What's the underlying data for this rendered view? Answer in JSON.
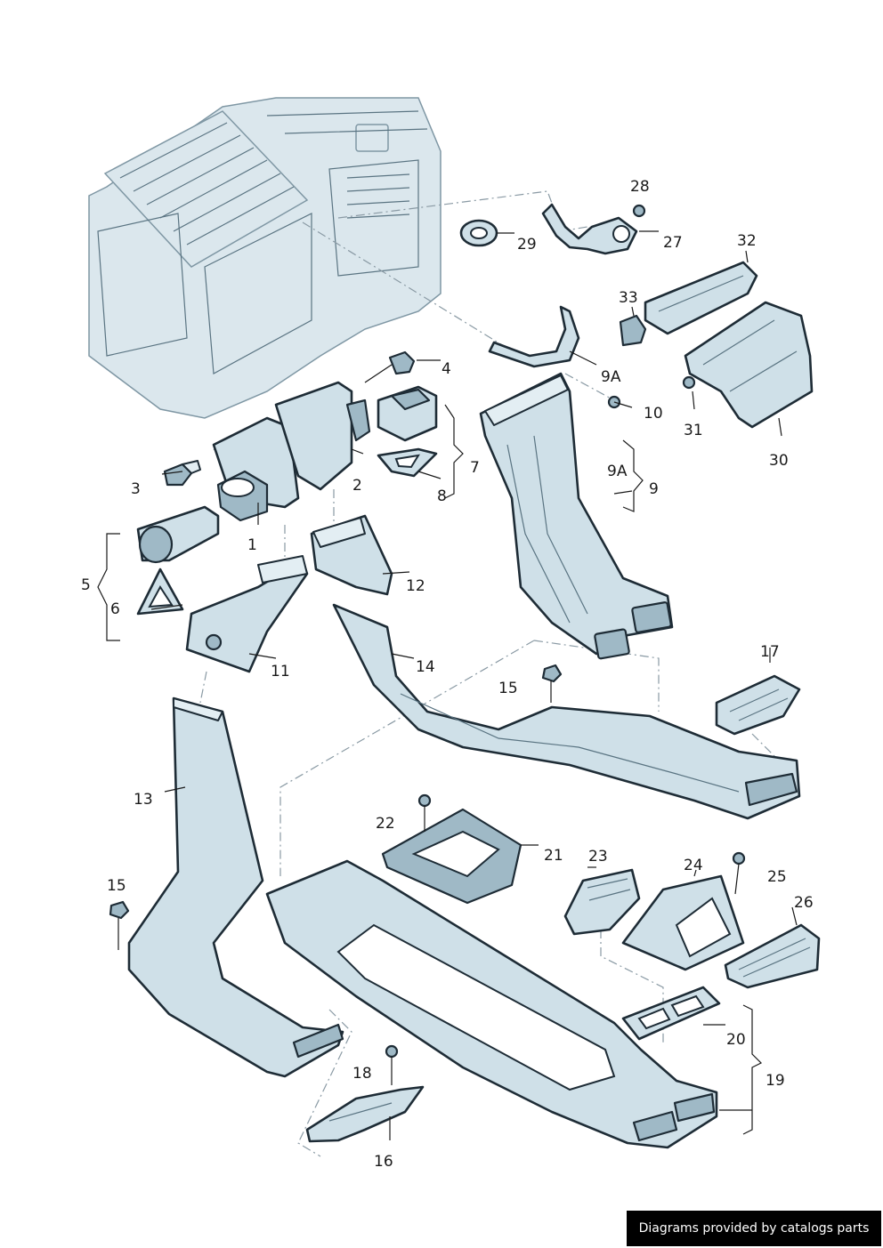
{
  "footer": {
    "text": "Diagrams provided by catalogs parts"
  },
  "labels": {
    "p1": "1",
    "p2": "2",
    "p3": "3",
    "p4": "4",
    "p5": "5",
    "p6": "6",
    "p7": "7",
    "p8": "8",
    "p9": "9",
    "p9a_top": "9A",
    "p9a_side": "9A",
    "p10": "10",
    "p11": "11",
    "p12": "12",
    "p13": "13",
    "p14": "14",
    "p15a": "15",
    "p15b": "15",
    "p16": "16",
    "p17": "17",
    "p18": "18",
    "p19": "19",
    "p20": "20",
    "p21": "21",
    "p22": "22",
    "p23": "23",
    "p24": "24",
    "p25": "25",
    "p26": "26",
    "p27": "27",
    "p28": "28",
    "p29": "29",
    "p30": "30",
    "p31": "31",
    "p32": "32",
    "p33": "33"
  },
  "colors": {
    "part_fill": "#cfe0e8",
    "outline": "#1e2c36",
    "footer_bg": "#000000"
  }
}
